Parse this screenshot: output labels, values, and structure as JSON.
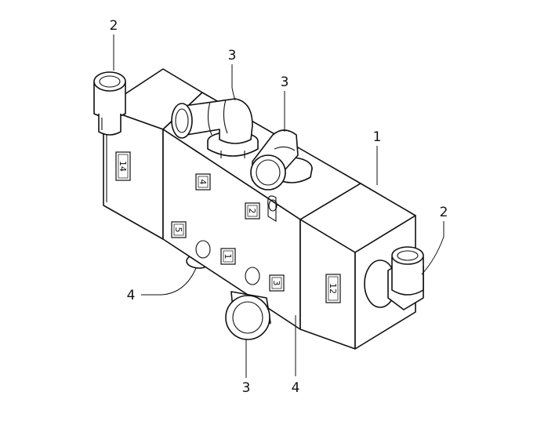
{
  "callouts": [
    {
      "text": "2"
    },
    {
      "text": "3"
    },
    {
      "text": "3"
    },
    {
      "text": "1"
    },
    {
      "text": "2"
    },
    {
      "text": "4"
    },
    {
      "text": "3"
    },
    {
      "text": "4"
    }
  ],
  "port_markings": [
    {
      "text": "14"
    },
    {
      "text": "4"
    },
    {
      "text": "2"
    },
    {
      "text": "5"
    },
    {
      "text": "1"
    },
    {
      "text": "3"
    },
    {
      "text": "12"
    }
  ]
}
